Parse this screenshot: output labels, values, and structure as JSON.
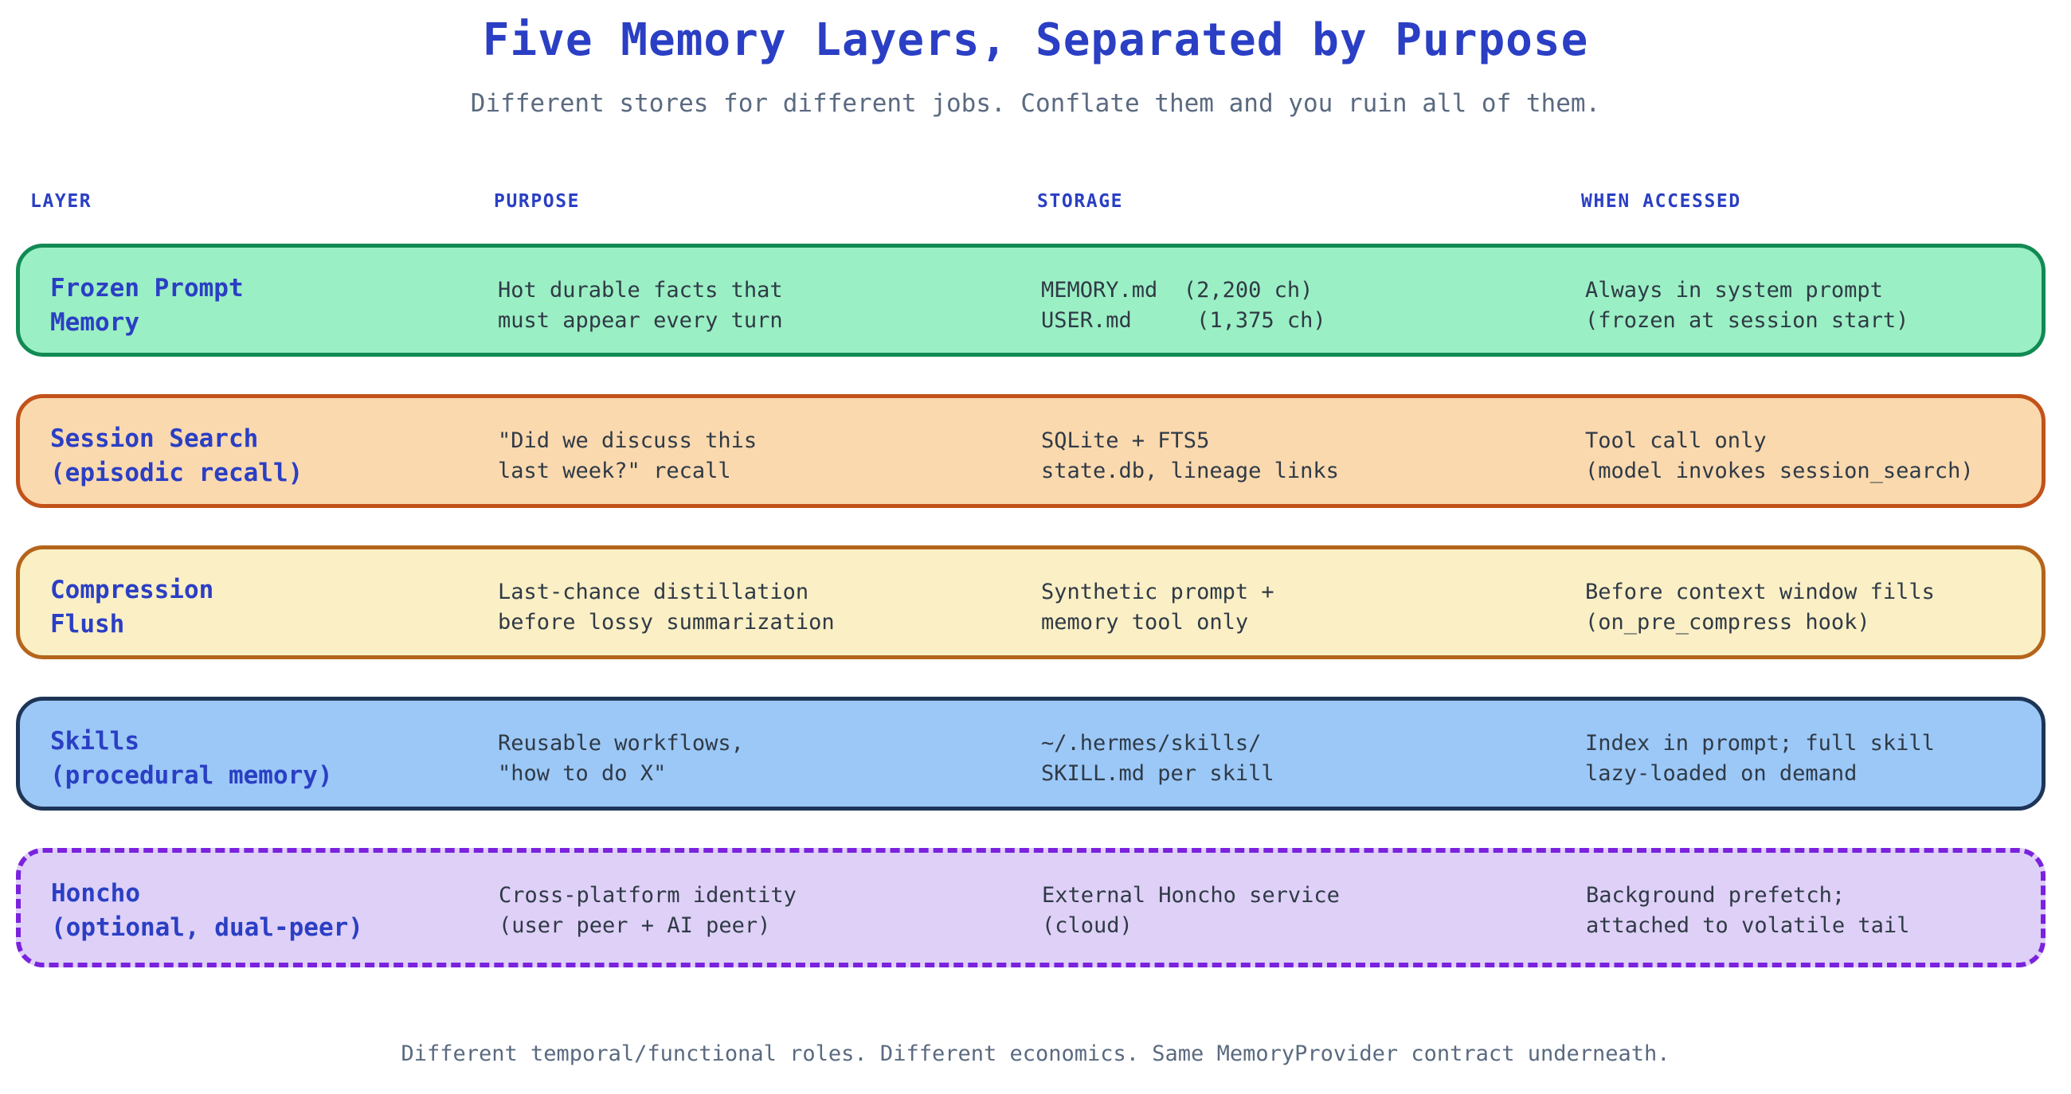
{
  "header": {
    "title": "Five Memory Layers, Separated by Purpose",
    "subtitle": "Different stores for different jobs. Conflate them and you ruin all of them.",
    "title_color": "#2A3FC4",
    "subtitle_color": "#5A6A80"
  },
  "table": {
    "columns": [
      "LAYER",
      "PURPOSE",
      "STORAGE",
      "WHEN ACCESSED"
    ],
    "rows": [
      {
        "layer": "Frozen Prompt\nMemory",
        "purpose": "Hot durable facts that\nmust appear every turn",
        "storage": "MEMORY.md  (2,200 ch)\nUSER.md     (1,375 ch)",
        "when_accessed": "Always in system prompt\n(frozen at session start)",
        "fill": "#9BEFC4",
        "border": "#128A54",
        "border_style": "solid"
      },
      {
        "layer": "Session Search\n(episodic recall)",
        "purpose": "\"Did we discuss this\nlast week?\" recall",
        "storage": "SQLite + FTS5\nstate.db, lineage links",
        "when_accessed": "Tool call only\n(model invokes session_search)",
        "fill": "#FAD9AE",
        "border": "#C2521A",
        "border_style": "solid"
      },
      {
        "layer": "Compression\nFlush",
        "purpose": "Last-chance distillation\nbefore lossy summarization",
        "storage": "Synthetic prompt +\nmemory tool only",
        "when_accessed": "Before context window fills\n(on_pre_compress hook)",
        "fill": "#FBEFC5",
        "border": "#B5651B",
        "border_style": "solid"
      },
      {
        "layer": "Skills\n(procedural memory)",
        "purpose": "Reusable workflows,\n\"how to do X\"",
        "storage": "~/.hermes/skills/\nSKILL.md per skill",
        "when_accessed": "Index in prompt; full skill\nlazy-loaded on demand",
        "fill": "#9CC8F7",
        "border": "#1D3557",
        "border_style": "solid"
      },
      {
        "layer": "Honcho\n(optional, dual-peer)",
        "purpose": "Cross-platform identity\n(user peer + AI peer)",
        "storage": "External Honcho service\n(cloud)",
        "when_accessed": "Background prefetch;\nattached to volatile tail",
        "fill": "#DED0F7",
        "border": "#7A22DD",
        "border_style": "dashed"
      }
    ]
  },
  "footer": {
    "text": "Different temporal/functional roles. Different economics. Same MemoryProvider contract underneath."
  }
}
